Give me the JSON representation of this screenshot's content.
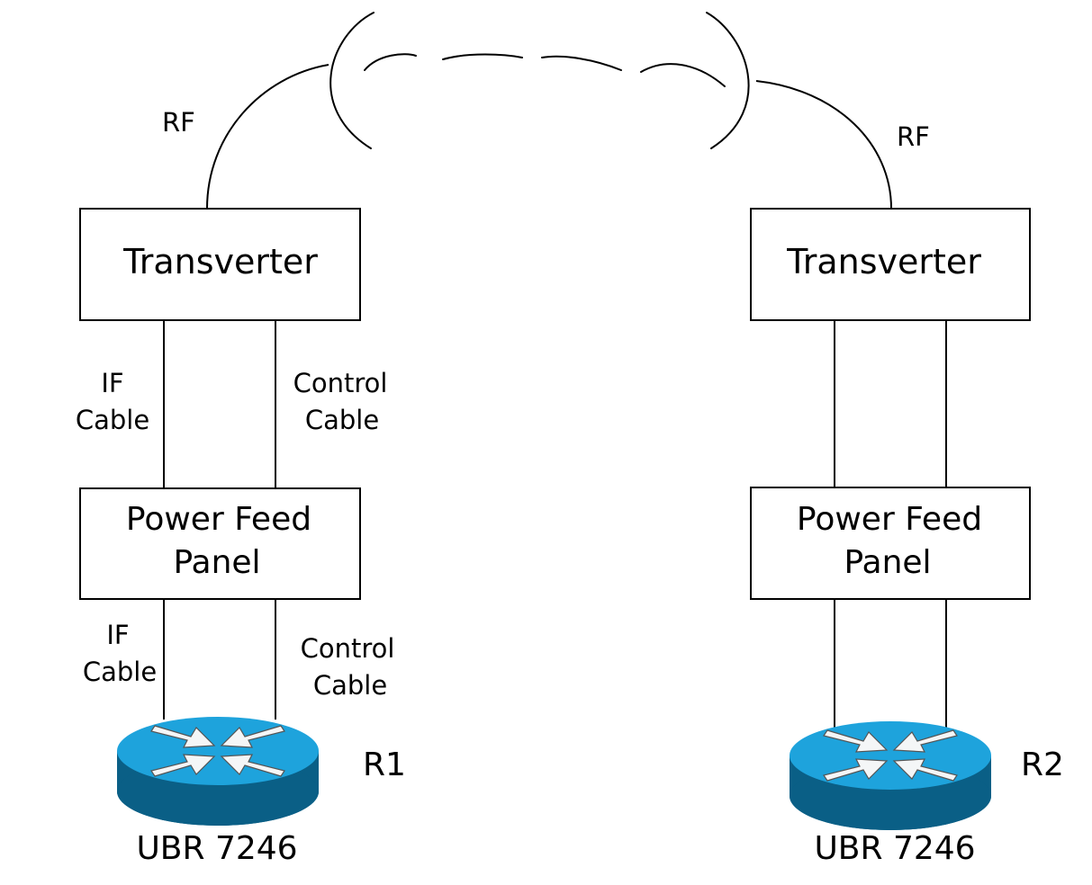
{
  "colors": {
    "background": "#ffffff",
    "line": "#000000",
    "router_top": "#1ea3dc",
    "router_side": "#0a5f86",
    "router_arrows": "#f4f6f7"
  },
  "icons": {
    "router": "router-icon",
    "cloud": "rf-cloud-icon"
  },
  "left": {
    "rf_label": "RF",
    "transverter_label": "Transverter",
    "if_cable_line1": "IF",
    "if_cable_line2": "Cable",
    "control_cable_line1": "Control",
    "control_cable_line2": "Cable",
    "pfp_line1": "Power Feed",
    "pfp_line2": "Panel",
    "if_cable2_line1": "IF",
    "if_cable2_line2": "Cable",
    "control_cable2_line1": "Control",
    "control_cable2_line2": "Cable",
    "router_name": "R1",
    "router_model": "UBR 7246"
  },
  "right": {
    "rf_label": "RF",
    "transverter_label": "Transverter",
    "pfp_line1": "Power Feed",
    "pfp_line2": "Panel",
    "router_name": "R2",
    "router_model": "UBR 7246"
  }
}
